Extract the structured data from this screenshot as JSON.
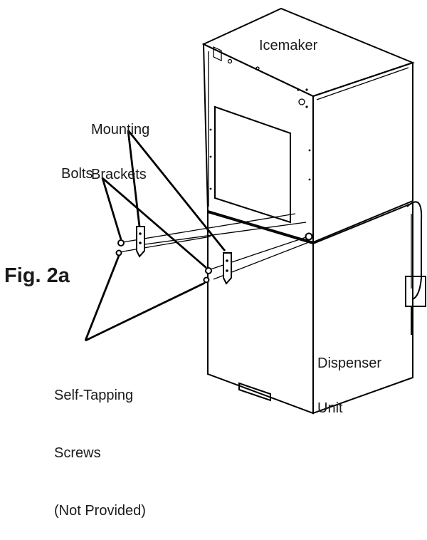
{
  "labels": {
    "icemaker": "Icemaker",
    "mounting_brackets": [
      "Mounting",
      "Brackets"
    ],
    "bolts": "Bolts",
    "figure": "Fig. 2a",
    "dispenser_unit": [
      "Dispenser",
      "Unit"
    ],
    "screws": [
      "Self-Tapping",
      "Screws",
      "(Not Provided)"
    ]
  }
}
